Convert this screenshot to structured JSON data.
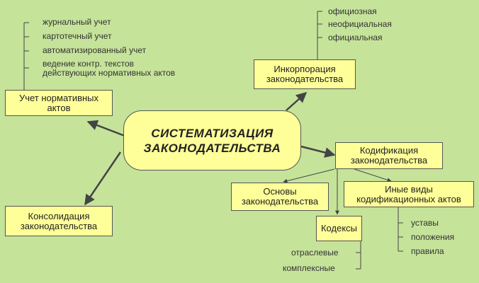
{
  "center": {
    "line1": "СИСТЕМАТИЗАЦИЯ",
    "line2": "ЗАКОНОДАТЕЛЬСТВА"
  },
  "uchet": {
    "line1": "Учет нормативных",
    "line2": "актов",
    "items": [
      "журнальный учет",
      "картотечный учет",
      "автоматизированный учет"
    ],
    "last_item": {
      "line1": "ведение контр. текстов",
      "line2": "действующих нормативных актов"
    }
  },
  "konsolidaciya": {
    "line1": "Консолидация",
    "line2": "законодательства"
  },
  "inkorporaciya": {
    "line1": "Инкорпорация",
    "line2": "законодательства",
    "items": [
      "официозная",
      "неофициальная",
      "официальная"
    ]
  },
  "kodifikaciya": {
    "line1": "Кодификация",
    "line2": "законодательства"
  },
  "osnovy": {
    "line1": "Основы",
    "line2": "законодательства"
  },
  "inye": {
    "line1": "Иные виды",
    "line2": "кодификационных актов",
    "items": [
      "уставы",
      "положения",
      "правила"
    ]
  },
  "kodeksy": {
    "label": "Кодексы",
    "items": [
      "отраслевые",
      "комплексные"
    ]
  },
  "colors": {
    "background": "#c6e39a",
    "box_fill": "#ffff99",
    "border": "#555555",
    "arrow": "#444444"
  }
}
